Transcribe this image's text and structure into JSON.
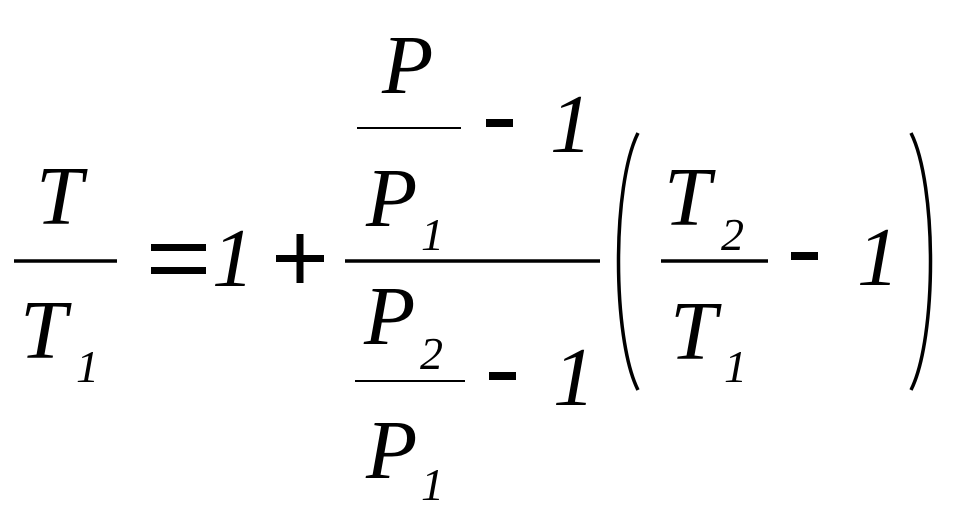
{
  "equation": {
    "lhs": {
      "numerator": "T",
      "denominator": {
        "base": "T",
        "sub": "1"
      }
    },
    "equals": "=",
    "one": "1",
    "plus": "+",
    "big_fraction": {
      "numerator": {
        "fraction": {
          "numerator": "P",
          "denominator": {
            "base": "P",
            "sub": "1"
          }
        },
        "minus": "-",
        "one": "1"
      },
      "denominator": {
        "fraction": {
          "numerator": {
            "base": "P",
            "sub": "2"
          },
          "denominator": {
            "base": "P",
            "sub": "1"
          }
        },
        "minus": "-",
        "one": "1"
      }
    },
    "paren": {
      "open": "(",
      "close": ")",
      "fraction": {
        "numerator": {
          "base": "T",
          "sub": "2"
        },
        "denominator": {
          "base": "T",
          "sub": "1"
        }
      },
      "minus": "-",
      "one": "1"
    }
  }
}
